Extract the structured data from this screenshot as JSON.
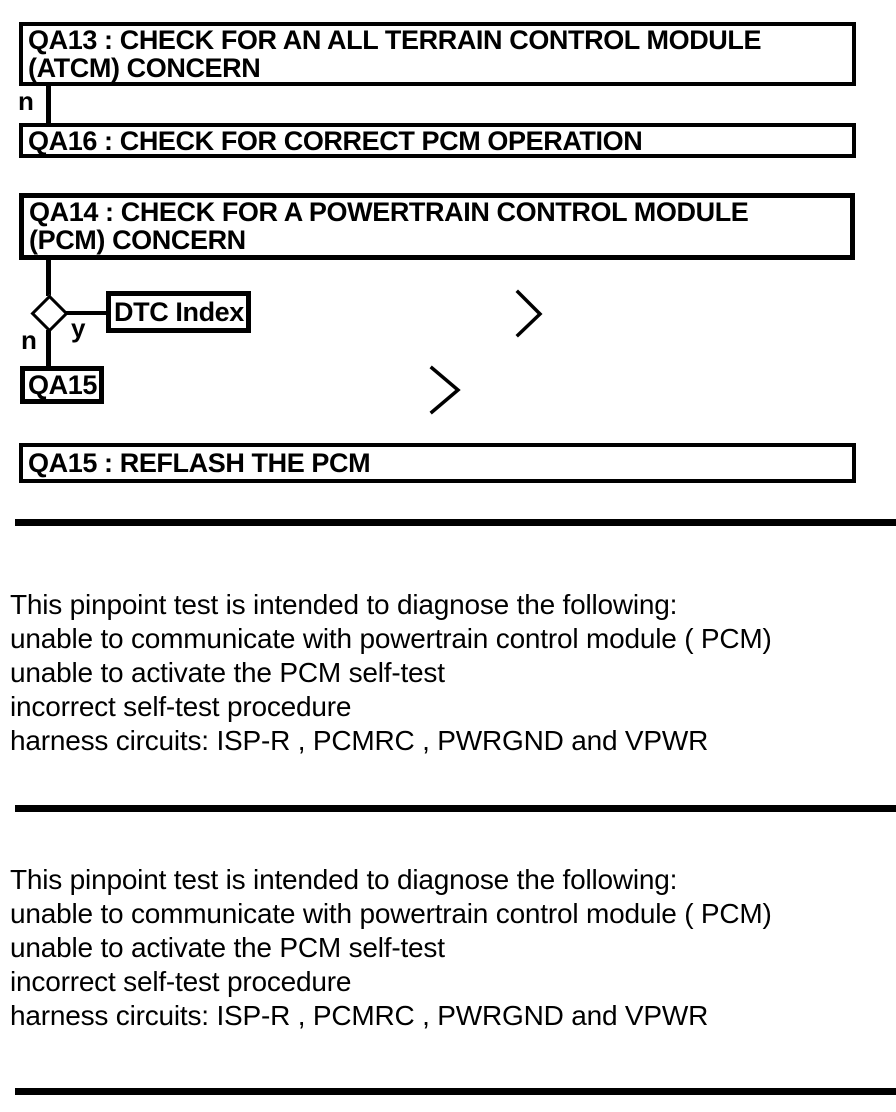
{
  "colors": {
    "ink": "#000000",
    "paper": "#ffffff"
  },
  "flowchart": {
    "qa13": {
      "line1": "QA13 : CHECK FOR AN ALL TERRAIN CONTROL MODULE",
      "line2": "(ATCM) CONCERN",
      "branch_label": "n"
    },
    "qa16": {
      "title": "QA16 : CHECK FOR CORRECT PCM OPERATION"
    },
    "qa14": {
      "line1": "QA14 : CHECK FOR A POWERTRAIN CONTROL MODULE",
      "line2": "(PCM) CONCERN"
    },
    "decision": {
      "yes_label": "y",
      "no_label": "n"
    },
    "dtc_index": {
      "label": "DTC Index"
    },
    "qa15_ref": {
      "label": "QA15"
    },
    "qa15": {
      "title": "QA15 : REFLASH THE PCM"
    },
    "chevron_glyph": ">"
  },
  "notes": {
    "first": {
      "lines": [
        "This pinpoint test is intended to diagnose the following:",
        "unable to communicate with powertrain control module ( PCM)",
        "unable to activate the PCM self-test",
        "incorrect self-test procedure",
        "harness circuits: ISP-R , PCMRC , PWRGND and VPWR"
      ]
    },
    "second": {
      "lines": [
        "This pinpoint test is intended to diagnose the following:",
        "unable to communicate with powertrain control module ( PCM)",
        "unable to activate the PCM self-test",
        "incorrect self-test procedure",
        "harness circuits: ISP-R , PCMRC , PWRGND and VPWR"
      ]
    }
  }
}
